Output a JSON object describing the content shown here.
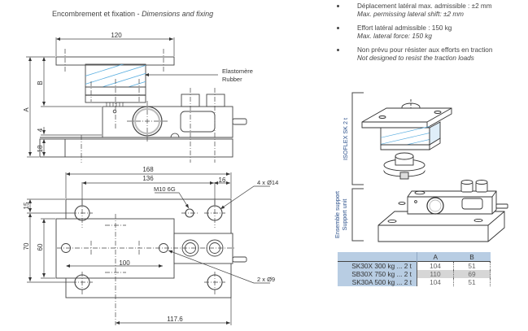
{
  "header": {
    "title_fr": "Encombrement et fixation - ",
    "title_en": "Dimensions and fixing"
  },
  "side_view": {
    "dim_top_width": "120",
    "dim_A": "A",
    "dim_B": "B",
    "dim_4": "4",
    "dim_18": "18",
    "callout_fr": "Elastomère",
    "callout_en": "Rubber"
  },
  "top_view": {
    "dim_168": "168",
    "dim_136": "136",
    "dim_16": "16",
    "dim_15": "15",
    "dim_70": "70",
    "dim_60": "60",
    "dim_100": "100",
    "dim_117_6": "117.6",
    "thread_label": "M10 6G",
    "holes_4_label": "4 x Ø14",
    "holes_2_label": "2 x Ø9"
  },
  "notes": [
    {
      "fr": "Déplacement latéral max. admissible : ±2 mm",
      "en": "Max. permissing lateral shift: ±2 mm"
    },
    {
      "fr": "Effort latéral admissible : 150 kg",
      "en": "Max. lateral force: 150 kg"
    },
    {
      "fr": "Non prévu pour résister aux efforts en traction",
      "en": "Not designed to resist the traction loads"
    }
  ],
  "exploded_view": {
    "upper_label": "ISOFLEX SK 2 t",
    "lower_label_fr": "Ensemble support",
    "lower_label_en": "Support unit"
  },
  "colors": {
    "label_blue": "#2a4f8a",
    "hatch_blue": "#5aaee0",
    "table_header": "#b8cde3",
    "table_shade": "#d6d6d6"
  },
  "spec_table": {
    "headers": [
      "",
      "A",
      "B"
    ],
    "rows": [
      {
        "model": "SK30X 300 kg ... 2 t",
        "A": "104",
        "B": "51"
      },
      {
        "model": "SB30X 750 kg ... 2 t",
        "A": "110",
        "B": "69"
      },
      {
        "model": "SK30A 500 kg ... 2 t",
        "A": "104",
        "B": "51"
      }
    ]
  }
}
